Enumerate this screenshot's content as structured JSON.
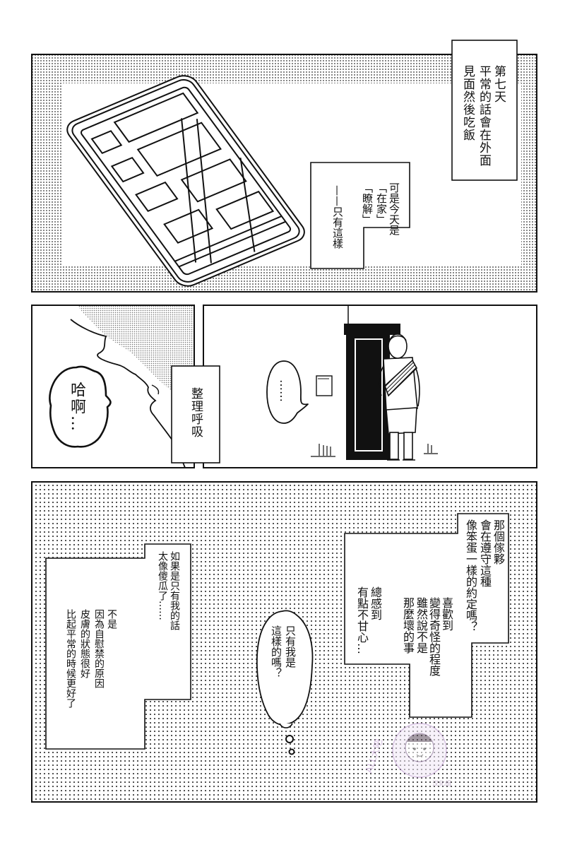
{
  "colors": {
    "ink": "#111111",
    "paper": "#ffffff",
    "tone": "#6e6e6e",
    "watermark": "#b48cc8"
  },
  "panel1": {
    "caption_a": [
      "第七天",
      "平常的話會在外面",
      "見面然後吃飯"
    ],
    "caption_b": [
      "可是今天是",
      "「在家」",
      "「瞭解」",
      "——只有這樣"
    ]
  },
  "panel2": {
    "speech": "哈啊…",
    "caption": "整理呼吸"
  },
  "panel3": {
    "speech": "……"
  },
  "panel4": {
    "caption_right": [
      "那個傢夥",
      "會在遵守這種",
      "像笨蛋一樣的約定嗎？",
      "喜歡到",
      "變得奇怪的程度",
      "雖然說不是",
      "那麼壞的事",
      "總感到",
      "有點不甘心…"
    ],
    "caption_left": [
      "如果是只有我的話",
      "太像傻瓜了……",
      "不是",
      "因為自慰禁的原因",
      "皮膚的狀態很好",
      "比起平常的時候更好了"
    ],
    "thought": [
      "只有我是",
      "這樣的嗎？"
    ]
  },
  "watermark": {
    "text": "ALL大吧",
    "subtext": "汉化组"
  }
}
